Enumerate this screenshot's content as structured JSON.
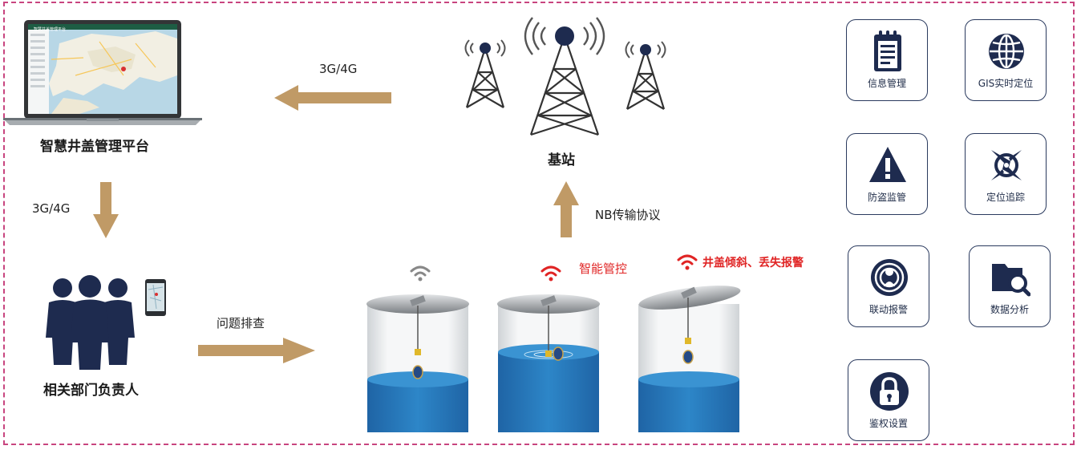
{
  "platform_label": "智慧井盖管理平台",
  "laptop_window_title": "智慧井盖管理平台",
  "base_station_label": "基站",
  "people_label": "相关部门负责人",
  "arrow_top_label": "3G/4G",
  "arrow_left_label": "3G/4G",
  "arrow_right_label": "问题排查",
  "arrow_up_label": "NB传输协议",
  "smart_control_label": "智能管控",
  "alert_label": "井盖倾斜、丢失报警",
  "colors": {
    "arrow": "#c09a66",
    "navy": "#1e2b4f",
    "water": "#2b82c6",
    "alert_red": "#e02424",
    "border": "#c8457f"
  },
  "features": [
    {
      "label": "信息管理",
      "icon": "document-list-icon"
    },
    {
      "label": "GIS实时定位",
      "icon": "globe-icon"
    },
    {
      "label": "防盗监管",
      "icon": "warning-icon"
    },
    {
      "label": "定位追踪",
      "icon": "compass-icon"
    },
    {
      "label": "联动报警",
      "icon": "alarm-person-icon"
    },
    {
      "label": "数据分析",
      "icon": "folder-search-icon"
    },
    {
      "label": "鉴权设置",
      "icon": "lock-icon"
    }
  ]
}
